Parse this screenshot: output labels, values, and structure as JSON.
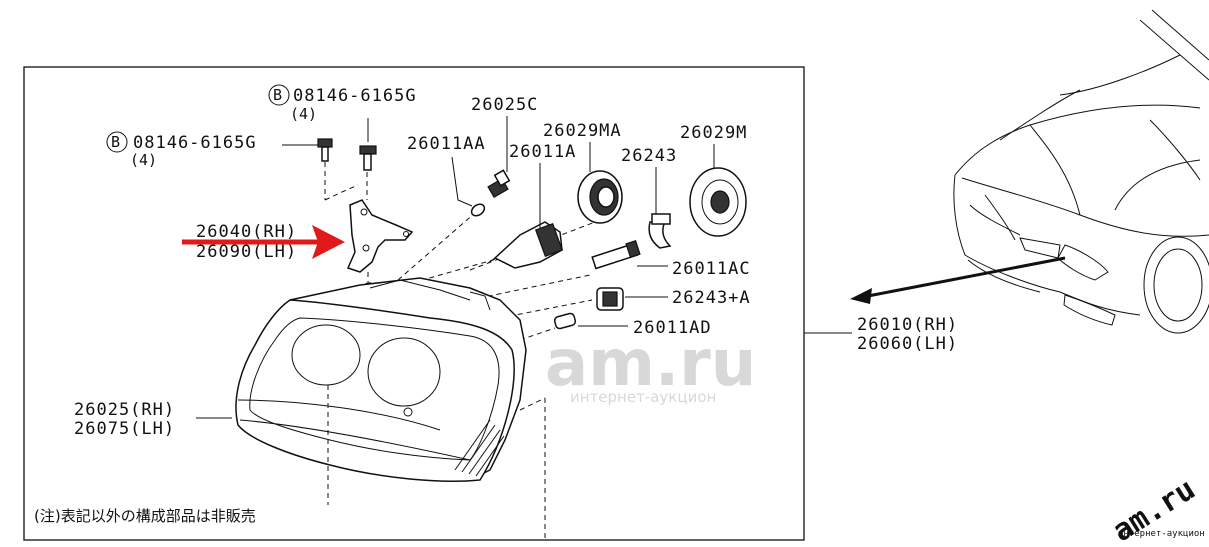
{
  "labels": {
    "bolt_top": "08146-6165G",
    "bolt_top_qty": "(4)",
    "bolt_left": "08146-6165G",
    "bolt_left_qty": "(4)",
    "bolt_marker": "B",
    "bracket_rh": "26040(RH)",
    "bracket_lh": "26090(LH)",
    "p26025c": "26025C",
    "p26011aa": "26011AA",
    "p26011a": "26011A",
    "p26029ma": "26029MA",
    "p26243": "26243",
    "p26029m": "26029M",
    "p26011ac": "26011AC",
    "p26243a": "26243+A",
    "p26011ad": "26011AD",
    "lens_rh": "26025(RH)",
    "lens_lh": "26075(LH)",
    "assy_rh": "26010(RH)",
    "assy_lh": "26060(LH)",
    "page_ref": "",
    "note": "(注)表記以外の構成部品は非販売"
  },
  "watermark": {
    "main": "am.ru",
    "sub": "интернет-аукцион",
    "corner": "am.ru",
    "corner_sub": "интернет-аукцион"
  },
  "colors": {
    "line": "#111111",
    "highlight_arrow": "#e01a1a"
  },
  "icons": [
    "circle-b-marker-icon",
    "red-arrow-icon",
    "bolt-icon"
  ]
}
